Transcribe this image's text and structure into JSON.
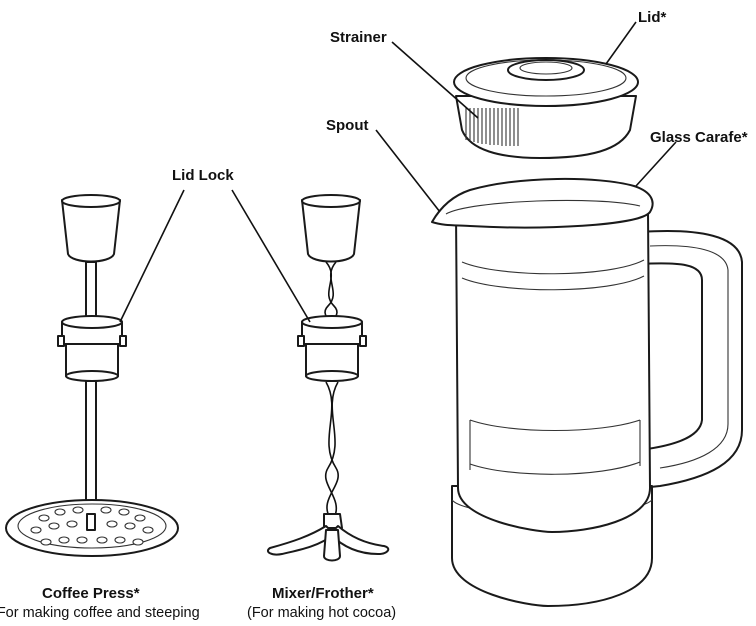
{
  "labels": {
    "strainer": "Strainer",
    "lid": "Lid*",
    "spout": "Spout",
    "glass_carafe": "Glass Carafe*",
    "lid_lock": "Lid Lock"
  },
  "captions": {
    "coffee_press_title": "Coffee Press*",
    "coffee_press_desc": "(For making coffee and steeping",
    "mixer_title": "Mixer/Frother*",
    "mixer_desc": "(For making hot cocoa)"
  }
}
